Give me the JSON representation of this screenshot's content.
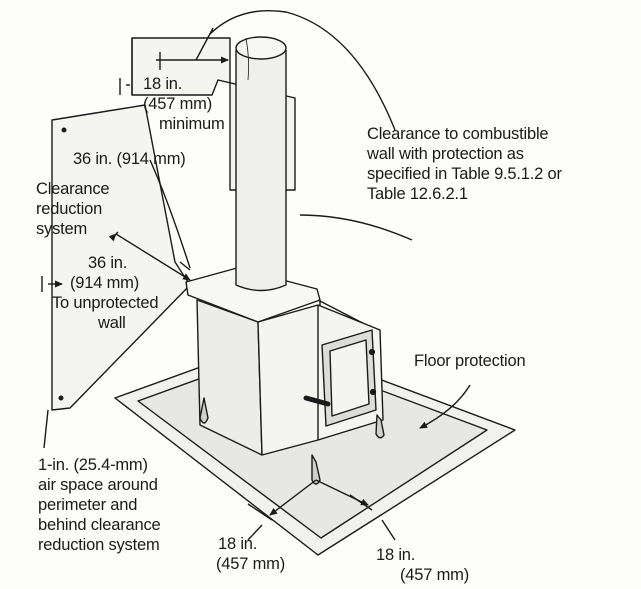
{
  "labels": {
    "clear_18": [
      "18 in.",
      "(457 mm)",
      "minimum"
    ],
    "clear_36_top": [
      "36 in. (914 mm)"
    ],
    "combustible_note": [
      "Clearance to combustible",
      "wall with protection as",
      "specified in Table 9.5.1.2 or",
      "Table 12.6.2.1"
    ],
    "crs": [
      "Clearance",
      "reduction",
      "system"
    ],
    "unprotected": [
      "36 in.",
      "(914 mm)",
      "To unprotected",
      "wall"
    ],
    "floor_protection": [
      "Floor protection"
    ],
    "air_space": [
      "1-in. (25.4-mm)",
      "air space around",
      "perimeter and",
      "behind clearance",
      "reduction system"
    ],
    "floor_left": [
      "18 in.",
      "(457 mm)"
    ],
    "floor_right": [
      "18 in.",
      "(457 mm)"
    ]
  },
  "colors": {
    "ink": "#1a1a1a",
    "panel": "#f4f4f1",
    "floor": "#f1f1ee",
    "floor_inner": "#e7e7e3",
    "stove_shade": "#dcdcd8",
    "pipe": "#efefec"
  }
}
